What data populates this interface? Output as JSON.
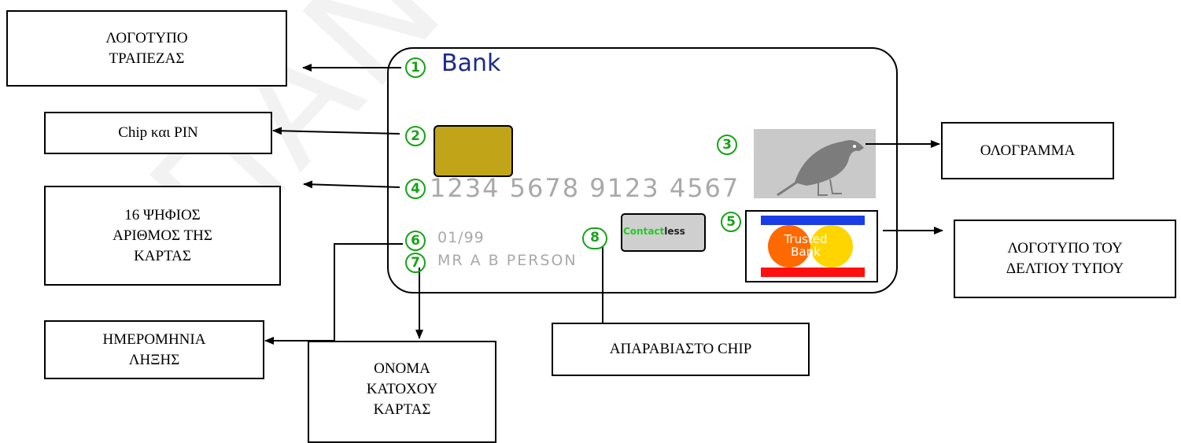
{
  "watermark": "ΠΑΝΕΠΙΣ",
  "labels": {
    "bank_logo": [
      "ΛΟΓΟΤΥΠΟ",
      "ΤΡΑΠΕΖΑΣ"
    ],
    "chip_pin": [
      "Chip και PIN"
    ],
    "card_number": [
      "16 ΨΗΦΙΟΣ",
      "ΑΡΙΘΜΟΣ ΤΗΣ",
      "ΚΑΡΤΑΣ"
    ],
    "expiry": [
      "ΗΜΕΡΟΜΗΝΙΑ",
      "ΛΗΞΗΣ"
    ],
    "holder_name": [
      "ΟΝΟΜΑ",
      "ΚΑΤΟΧΟΥ",
      "ΚΑΡΤΑΣ"
    ],
    "contactless_chip": [
      "ΑΠΑΡΑΒΙΑΣΤΟ CHIP"
    ],
    "hologram": [
      "ΟΛΟΓΡΑΜΜΑ"
    ],
    "scheme_logo": [
      "ΛΟΓΟΤΥΠΟ ΤΟΥ",
      "ΔΕΛΤΙΟΥ ΤΥΠΟΥ"
    ]
  },
  "card": {
    "bank_name": "Bank",
    "card_number": "1234 5678 9123 4567",
    "expiry": "01/99",
    "holder": "MR A B PERSON",
    "contactless_prefix": "Contact",
    "contactless_suffix": "less",
    "scheme_line1": "Trusted",
    "scheme_line2": "Bank"
  },
  "markers": [
    "1",
    "2",
    "3",
    "4",
    "5",
    "6",
    "7",
    "8"
  ],
  "colors": {
    "marker_green": "#17a317",
    "bank_blue": "#1c2a8c",
    "chip_gold": "#c2a418",
    "hologram_grey": "#c9c9c9",
    "scheme_blue": "#1a3ee6",
    "scheme_red": "#ff1010",
    "scheme_orange": "#ff6a00",
    "scheme_yellow": "#ffd500"
  }
}
